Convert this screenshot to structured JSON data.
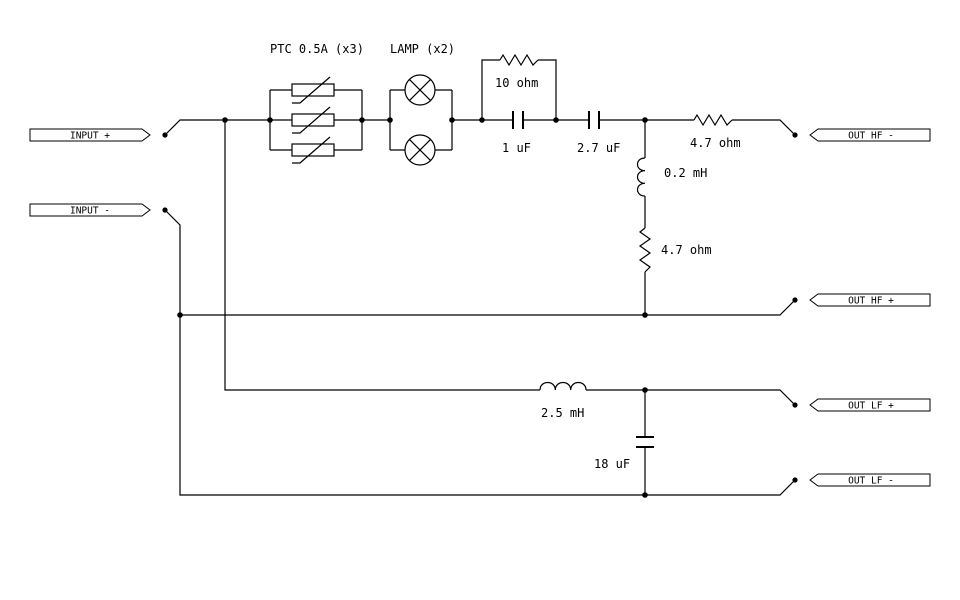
{
  "ports": {
    "input_plus": "INPUT +",
    "input_minus": "INPUT -",
    "out_hf_minus": "OUT HF -",
    "out_hf_plus": "OUT HF +",
    "out_lf_plus": "OUT LF +",
    "out_lf_minus": "OUT LF -"
  },
  "components": {
    "ptc": "PTC 0.5A (x3)",
    "lamp": "LAMP (x2)",
    "r_bypass": "10 ohm",
    "c1": "1 uF",
    "c2": "2.7 uF",
    "r_series": "4.7 ohm",
    "l_hf": "0.2 mH",
    "r_shunt": "4.7 ohm",
    "l_lf": "2.5 mH",
    "c_lf": "18 uF"
  }
}
